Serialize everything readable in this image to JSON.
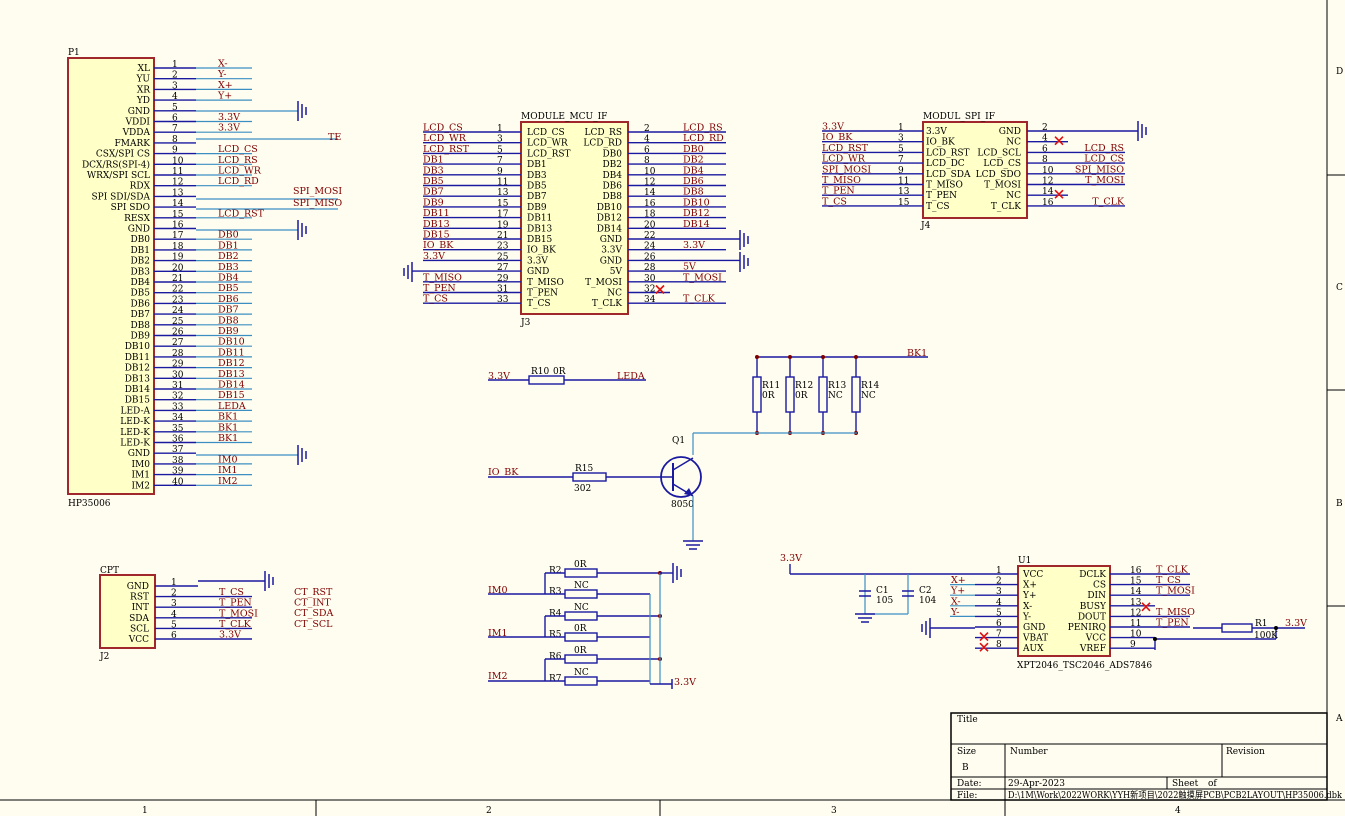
{
  "p1": {
    "ref": "P1",
    "value": "HP35006",
    "pins": [
      {
        "n": "1",
        "name": "XL",
        "net": "X-"
      },
      {
        "n": "2",
        "name": "YU",
        "net": "Y-"
      },
      {
        "n": "3",
        "name": "XR",
        "net": "X+"
      },
      {
        "n": "4",
        "name": "YD",
        "net": "Y+"
      },
      {
        "n": "5",
        "name": "GND",
        "net": ""
      },
      {
        "n": "6",
        "name": "VDDI",
        "net": "3.3V"
      },
      {
        "n": "7",
        "name": "VDDA",
        "net": "3.3V"
      },
      {
        "n": "8",
        "name": "FMARK",
        "net": ""
      },
      {
        "n": "9",
        "name": "CSX/SPI CS",
        "net": "LCD_CS"
      },
      {
        "n": "10",
        "name": "DCX/RS(SPI-4)",
        "net": "LCD_RS"
      },
      {
        "n": "11",
        "name": "WRX/SPI SCL",
        "net": "LCD_WR"
      },
      {
        "n": "12",
        "name": "RDX",
        "net": "LCD_RD"
      },
      {
        "n": "13",
        "name": "SPI SDI/SDA",
        "net": ""
      },
      {
        "n": "14",
        "name": "SPI SDO",
        "net": ""
      },
      {
        "n": "15",
        "name": "RESX",
        "net": "LCD_RST"
      },
      {
        "n": "16",
        "name": "GND",
        "net": ""
      },
      {
        "n": "17",
        "name": "DB0",
        "net": "DB0"
      },
      {
        "n": "18",
        "name": "DB1",
        "net": "DB1"
      },
      {
        "n": "19",
        "name": "DB2",
        "net": "DB2"
      },
      {
        "n": "20",
        "name": "DB3",
        "net": "DB3"
      },
      {
        "n": "21",
        "name": "DB4",
        "net": "DB4"
      },
      {
        "n": "22",
        "name": "DB5",
        "net": "DB5"
      },
      {
        "n": "23",
        "name": "DB6",
        "net": "DB6"
      },
      {
        "n": "24",
        "name": "DB7",
        "net": "DB7"
      },
      {
        "n": "25",
        "name": "DB8",
        "net": "DB8"
      },
      {
        "n": "26",
        "name": "DB9",
        "net": "DB9"
      },
      {
        "n": "27",
        "name": "DB10",
        "net": "DB10"
      },
      {
        "n": "28",
        "name": "DB11",
        "net": "DB11"
      },
      {
        "n": "29",
        "name": "DB12",
        "net": "DB12"
      },
      {
        "n": "30",
        "name": "DB13",
        "net": "DB13"
      },
      {
        "n": "31",
        "name": "DB14",
        "net": "DB14"
      },
      {
        "n": "32",
        "name": "DB15",
        "net": "DB15"
      },
      {
        "n": "33",
        "name": "LED-A",
        "net": "LEDA"
      },
      {
        "n": "34",
        "name": "LED-K",
        "net": "BK1"
      },
      {
        "n": "35",
        "name": "LED-K",
        "net": "BK1"
      },
      {
        "n": "36",
        "name": "LED-K",
        "net": "BK1"
      },
      {
        "n": "37",
        "name": "GND",
        "net": ""
      },
      {
        "n": "38",
        "name": "IM0",
        "net": "IM0"
      },
      {
        "n": "39",
        "name": "IM1",
        "net": "IM1"
      },
      {
        "n": "40",
        "name": "IM2",
        "net": "IM2"
      }
    ],
    "far_nets": {
      "te": "TE",
      "spi_mosi": "SPI_MOSI",
      "spi_miso": "SPI_MISO"
    }
  },
  "j3": {
    "title": "MODULE_MCU_IF",
    "ref": "J3",
    "left": [
      {
        "n": "1",
        "name": "LCD_CS",
        "net": "LCD_CS"
      },
      {
        "n": "3",
        "name": "LCD_WR",
        "net": "LCD_WR"
      },
      {
        "n": "5",
        "name": "LCD_RST",
        "net": "LCD_RST"
      },
      {
        "n": "7",
        "name": "DB1",
        "net": "DB1"
      },
      {
        "n": "9",
        "name": "DB3",
        "net": "DB3"
      },
      {
        "n": "11",
        "name": "DB5",
        "net": "DB5"
      },
      {
        "n": "13",
        "name": "DB7",
        "net": "DB7"
      },
      {
        "n": "15",
        "name": "DB9",
        "net": "DB9"
      },
      {
        "n": "17",
        "name": "DB11",
        "net": "DB11"
      },
      {
        "n": "19",
        "name": "DB13",
        "net": "DB13"
      },
      {
        "n": "21",
        "name": "DB15",
        "net": "DB15"
      },
      {
        "n": "23",
        "name": "IO_BK",
        "net": "IO_BK"
      },
      {
        "n": "25",
        "name": "3.3V",
        "net": "3.3V"
      },
      {
        "n": "27",
        "name": "GND",
        "net": ""
      },
      {
        "n": "29",
        "name": "T_MISO",
        "net": "T_MISO"
      },
      {
        "n": "31",
        "name": "T_PEN",
        "net": "T_PEN"
      },
      {
        "n": "33",
        "name": "T_CS",
        "net": "T_CS"
      }
    ],
    "right": [
      {
        "n": "2",
        "name": "LCD_RS",
        "net": "LCD_RS"
      },
      {
        "n": "4",
        "name": "LCD_RD",
        "net": "LCD_RD"
      },
      {
        "n": "6",
        "name": "DB0",
        "net": "DB0"
      },
      {
        "n": "8",
        "name": "DB2",
        "net": "DB2"
      },
      {
        "n": "10",
        "name": "DB4",
        "net": "DB4"
      },
      {
        "n": "12",
        "name": "DB6",
        "net": "DB6"
      },
      {
        "n": "14",
        "name": "DB8",
        "net": "DB8"
      },
      {
        "n": "16",
        "name": "DB10",
        "net": "DB10"
      },
      {
        "n": "18",
        "name": "DB12",
        "net": "DB12"
      },
      {
        "n": "20",
        "name": "DB14",
        "net": "DB14"
      },
      {
        "n": "22",
        "name": "GND",
        "net": ""
      },
      {
        "n": "24",
        "name": "3.3V",
        "net": "3.3V"
      },
      {
        "n": "26",
        "name": "GND",
        "net": ""
      },
      {
        "n": "28",
        "name": "5V",
        "net": "5V"
      },
      {
        "n": "30",
        "name": "T_MOSI",
        "net": "T_MOSI"
      },
      {
        "n": "32",
        "name": "NC",
        "net": ""
      },
      {
        "n": "34",
        "name": "T_CLK",
        "net": "T_CLK"
      }
    ]
  },
  "j4": {
    "title": "MODUL_SPI_IF",
    "ref": "J4",
    "left": [
      {
        "n": "1",
        "name": "3.3V",
        "net": "3.3V"
      },
      {
        "n": "3",
        "name": "IO_BK",
        "net": "IO_BK"
      },
      {
        "n": "5",
        "name": "LCD_RST",
        "net": "LCD_RST"
      },
      {
        "n": "7",
        "name": "LCD_DC",
        "net": "LCD_WR"
      },
      {
        "n": "9",
        "name": "LCD_SDA",
        "net": "SPI_MOSI"
      },
      {
        "n": "11",
        "name": "T_MISO",
        "net": "T_MISO"
      },
      {
        "n": "13",
        "name": "T_PEN",
        "net": "T_PEN"
      },
      {
        "n": "15",
        "name": "T_CS",
        "net": "T_CS"
      }
    ],
    "right": [
      {
        "n": "2",
        "name": "GND",
        "net": ""
      },
      {
        "n": "4",
        "name": "NC",
        "net": ""
      },
      {
        "n": "6",
        "name": "LCD_SCL",
        "net": "LCD_RS"
      },
      {
        "n": "8",
        "name": "LCD_CS",
        "net": "LCD_CS"
      },
      {
        "n": "10",
        "name": "LCD_SDO",
        "net": "SPI_MISO"
      },
      {
        "n": "12",
        "name": "T_MOSI",
        "net": "T_MOSI"
      },
      {
        "n": "14",
        "name": "NC",
        "net": ""
      },
      {
        "n": "16",
        "name": "T_CLK",
        "net": "T_CLK"
      }
    ]
  },
  "cpt": {
    "ref": "CPT",
    "ref2": "J2",
    "pins": [
      {
        "n": "1",
        "name": "GND",
        "net": "",
        "ct": "CT_RST"
      },
      {
        "n": "2",
        "name": "RST",
        "net": "T_CS",
        "ct": "CT_INT"
      },
      {
        "n": "3",
        "name": "INT",
        "net": "T_PEN",
        "ct": "CT_SDA"
      },
      {
        "n": "4",
        "name": "SDA",
        "net": "T_MOSI",
        "ct": "CT_SCL"
      },
      {
        "n": "5",
        "name": "SCL",
        "net": "T_CLK",
        "ct": ""
      },
      {
        "n": "6",
        "name": "VCC",
        "net": "3.3V",
        "ct": ""
      }
    ]
  },
  "u1": {
    "ref": "U1",
    "value": "XPT2046_TSC2046_ADS7846",
    "left": [
      {
        "n": "1",
        "name": "VCC",
        "net": ""
      },
      {
        "n": "2",
        "name": "X+",
        "net": "X+"
      },
      {
        "n": "3",
        "name": "Y+",
        "net": "Y+"
      },
      {
        "n": "4",
        "name": "X-",
        "net": "X-"
      },
      {
        "n": "5",
        "name": "Y-",
        "net": "Y-"
      },
      {
        "n": "6",
        "name": "GND",
        "net": ""
      },
      {
        "n": "7",
        "name": "VBAT",
        "net": ""
      },
      {
        "n": "8",
        "name": "AUX",
        "net": ""
      }
    ],
    "right": [
      {
        "n": "16",
        "name": "DCLK",
        "net": "T_CLK"
      },
      {
        "n": "15",
        "name": "CS",
        "net": "T_CS"
      },
      {
        "n": "14",
        "name": "DIN",
        "net": "T_MOSI"
      },
      {
        "n": "13",
        "name": "BUSY",
        "net": ""
      },
      {
        "n": "12",
        "name": "DOUT",
        "net": "T_MISO"
      },
      {
        "n": "11",
        "name": "PENIRQ",
        "net": "T_PEN"
      },
      {
        "n": "10",
        "name": "VCC",
        "net": ""
      },
      {
        "n": "9",
        "name": "VREF",
        "net": ""
      }
    ],
    "vcc_net": "3.3V",
    "r1": {
      "ref": "R1",
      "value": "100K",
      "net": "3.3V"
    },
    "c1": {
      "ref": "C1",
      "value": "105"
    },
    "c2": {
      "ref": "C2",
      "value": "104"
    }
  },
  "backlight": {
    "r10": {
      "ref": "R10",
      "value": "0R",
      "left_net": "3.3V",
      "right_net": "LEDA"
    },
    "bk_net": "BK1",
    "resistors": [
      {
        "ref": "R11",
        "value": "0R"
      },
      {
        "ref": "R12",
        "value": "0R"
      },
      {
        "ref": "R13",
        "value": "NC"
      },
      {
        "ref": "R14",
        "value": "NC"
      }
    ],
    "q1": {
      "ref": "Q1",
      "value": "8050"
    },
    "r15": {
      "ref": "R15",
      "value": "302",
      "net": "IO_BK"
    }
  },
  "im": {
    "resistors": [
      {
        "ref": "R2",
        "value": "0R"
      },
      {
        "ref": "R3",
        "value": "NC"
      },
      {
        "ref": "R4",
        "value": "NC"
      },
      {
        "ref": "R5",
        "value": "0R"
      },
      {
        "ref": "R6",
        "value": "0R"
      },
      {
        "ref": "R7",
        "value": "NC"
      }
    ],
    "nets": [
      "IM0",
      "IM1",
      "IM2"
    ],
    "vcc": "3.3V"
  },
  "titleblock": {
    "title_label": "Title",
    "size_label": "Size",
    "size_value": "B",
    "number_label": "Number",
    "revision_label": "Revision",
    "date_label": "Date:",
    "date_value": "29-Apr-2023",
    "file_label": "File:",
    "file_value": "D:\\1M\\Work\\2022WORK\\YYH新项目\\2022触摸屏PCB\\PCB2LAYOUT\\HP35006.dbk",
    "sheet_label": "Sheet",
    "of_label": "of"
  },
  "border": {
    "cols": [
      "1",
      "2",
      "3",
      "4"
    ],
    "rows": [
      "D",
      "C",
      "B",
      "A"
    ]
  }
}
